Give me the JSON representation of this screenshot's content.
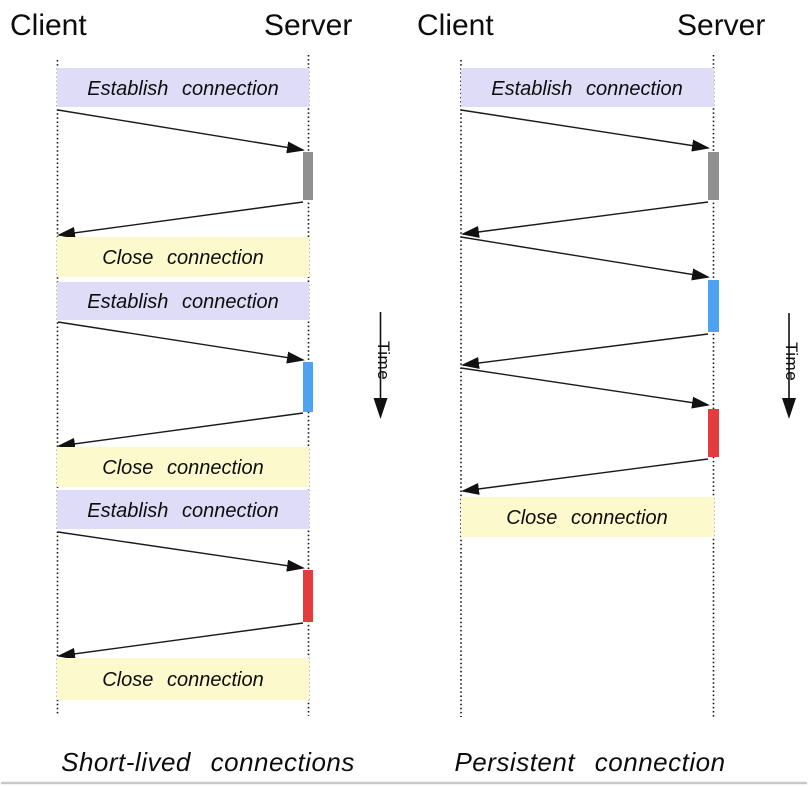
{
  "left_diagram": {
    "client_label": "Client",
    "server_label": "Server",
    "establish_label": "Establish connection",
    "close_label": "Close connection",
    "time_label": "Time",
    "caption": "Short-lived connections"
  },
  "right_diagram": {
    "client_label": "Client",
    "server_label": "Server",
    "establish_label": "Establish connection",
    "close_label": "Close connection",
    "time_label": "Time",
    "caption": "Persistent connection"
  },
  "colors": {
    "establish_band": "#dedcf6",
    "close_band": "#fcf9cd",
    "bar_gray": "#909090",
    "bar_blue": "#4da2f2",
    "bar_red": "#e43b3c",
    "border": "#c9c9c9"
  }
}
